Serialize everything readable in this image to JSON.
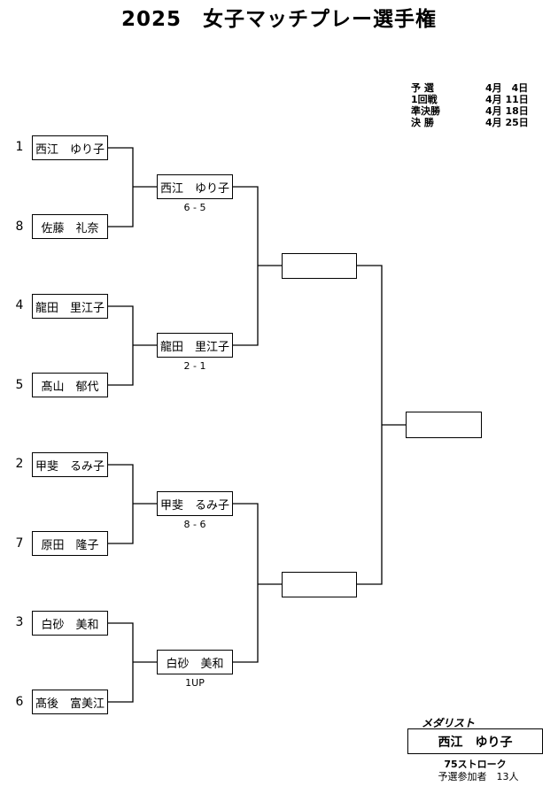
{
  "title": "2025　女子マッチプレー選手権",
  "schedule": [
    {
      "round": "予 選",
      "date": "4月　4日"
    },
    {
      "round": "1回戦",
      "date": "4月 11日"
    },
    {
      "round": "準決勝",
      "date": "4月 18日"
    },
    {
      "round": "決 勝",
      "date": "4月 25日"
    }
  ],
  "players": [
    {
      "seed": "1",
      "name": "西江　ゆり子"
    },
    {
      "seed": "8",
      "name": "佐藤　礼奈"
    },
    {
      "seed": "4",
      "name": "龍田　里江子"
    },
    {
      "seed": "5",
      "name": "髙山　郁代"
    },
    {
      "seed": "2",
      "name": "甲斐　るみ子"
    },
    {
      "seed": "7",
      "name": "原田　隆子"
    },
    {
      "seed": "3",
      "name": "白砂　美和"
    },
    {
      "seed": "6",
      "name": "髙後　富美江"
    }
  ],
  "quarterfinals": [
    {
      "winner": "西江　ゆり子",
      "score": "6 - 5"
    },
    {
      "winner": "龍田　里江子",
      "score": "2 - 1"
    },
    {
      "winner": "甲斐　るみ子",
      "score": "8 - 6"
    },
    {
      "winner": "白砂　美和",
      "score": "1UP"
    }
  ],
  "semifinals": [
    {
      "winner": ""
    },
    {
      "winner": ""
    }
  ],
  "final": {
    "winner": ""
  },
  "medalist": {
    "label": "メダリスト",
    "name": "西江　ゆり子",
    "score": "75ストローク",
    "participants": "予選参加者　13人"
  }
}
